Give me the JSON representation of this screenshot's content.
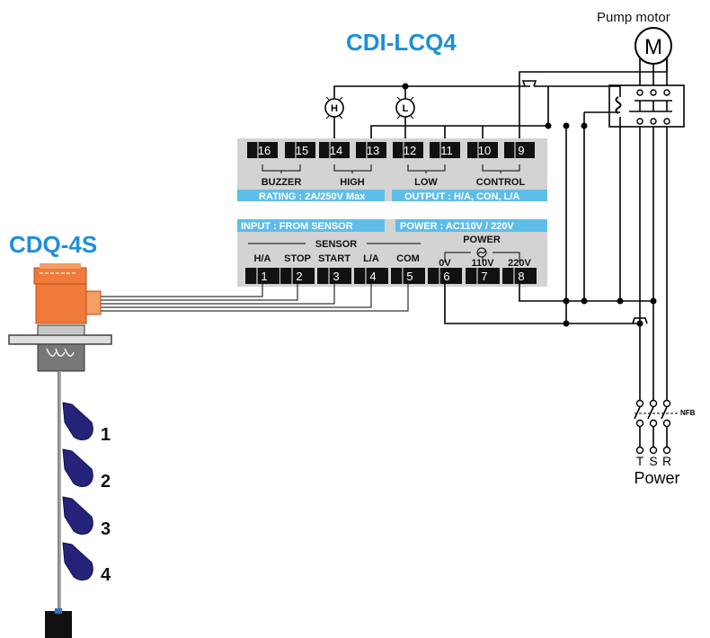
{
  "titles": {
    "controller": "CDI-LCQ4",
    "sensor": "CDQ-4S",
    "pump_motor": "Pump motor",
    "motor_symbol": "M",
    "power": "Power",
    "nfb": "NFB"
  },
  "colors": {
    "title_blue": "#1e8fd8",
    "panel_gray": "#d3d3d3",
    "band_blue": "#5fbde9",
    "sensor_orange": "#f07a3a",
    "float_navy": "#26237a"
  },
  "lamps": {
    "high": "H",
    "low": "L"
  },
  "top_panel": {
    "terminals": [
      "16",
      "15",
      "14",
      "13",
      "12",
      "11",
      "10",
      "9"
    ],
    "groups": [
      "BUZZER",
      "HIGH",
      "LOW",
      "CONTROL"
    ],
    "rating": "RATING : 2A/250V Max",
    "output": "OUTPUT : H/A, CON, L/A"
  },
  "bottom_panel": {
    "input": "INPUT : FROM SENSOR",
    "power": "POWER : AC110V / 220V",
    "sensor_label": "SENSOR",
    "power_label": "POWER",
    "labels": [
      "H/A",
      "STOP",
      "START",
      "L/A",
      "COM",
      "0V",
      "110V",
      "220V"
    ],
    "terminals": [
      "1",
      "2",
      "3",
      "4",
      "5",
      "6",
      "7",
      "8"
    ]
  },
  "power_phases": [
    "T",
    "S",
    "R"
  ],
  "floats": [
    "1",
    "2",
    "3",
    "4"
  ]
}
